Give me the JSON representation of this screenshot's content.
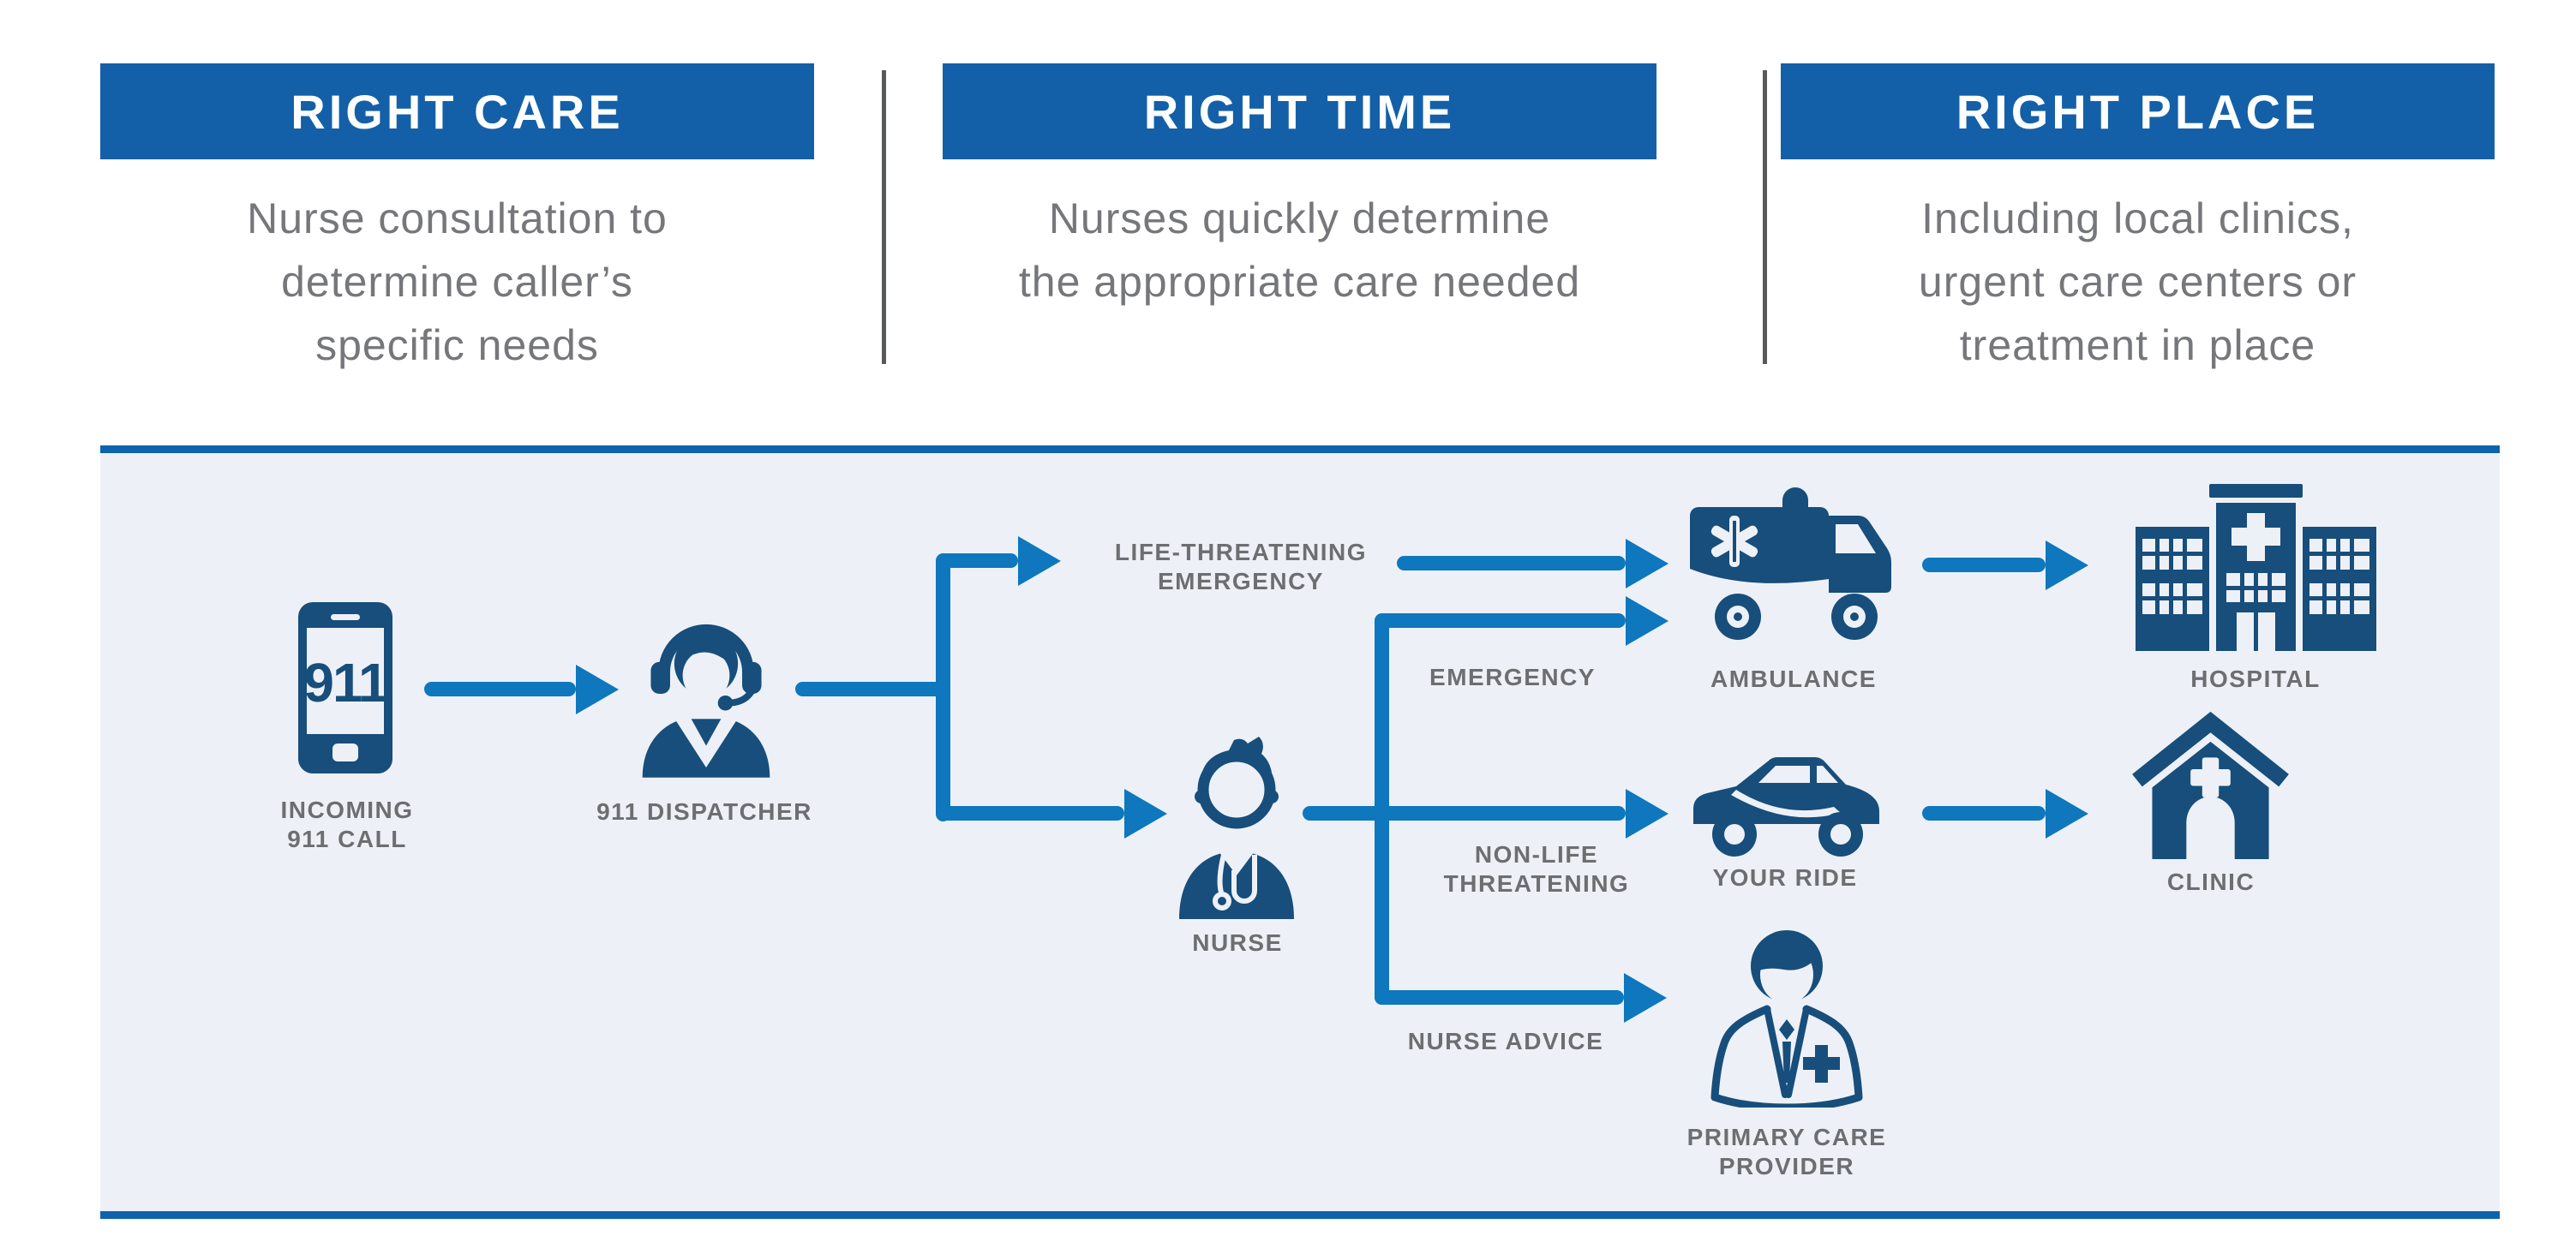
{
  "header": {
    "columns": [
      {
        "title": "RIGHT CARE",
        "description": "Nurse consultation to\ndetermine caller’s\nspecific needs"
      },
      {
        "title": "RIGHT TIME",
        "description": "Nurses quickly determine\nthe appropriate care needed"
      },
      {
        "title": "RIGHT PLACE",
        "description": "Including local clinics,\nurgent care centers or\ntreatment in place"
      }
    ]
  },
  "flow": {
    "phone_screen": "911",
    "nodes": {
      "incoming": "INCOMING\n911 CALL",
      "dispatcher": "911 DISPATCHER",
      "nurse": "NURSE",
      "ambulance": "AMBULANCE",
      "hospital": "HOSPITAL",
      "your_ride": "YOUR RIDE",
      "clinic": "CLINIC",
      "pcp": "PRIMARY CARE\nPROVIDER"
    },
    "branches": {
      "life_threatening": "LIFE-THREATENING\nEMERGENCY",
      "emergency": "EMERGENCY",
      "non_life": "NON-LIFE\nTHREATENING",
      "nurse_advice": "NURSE ADVICE"
    }
  },
  "colors": {
    "bar_blue": "#1460a8",
    "panel_border": "#0d63ad",
    "panel_bg": "#edf1f7",
    "arrow_blue": "#0e77bd",
    "icon_navy": "#174e7b",
    "title_text": "#ffffff",
    "body_gray": "#76777a",
    "label_gray": "#6d6e71",
    "divider_gray": "#58595b"
  }
}
